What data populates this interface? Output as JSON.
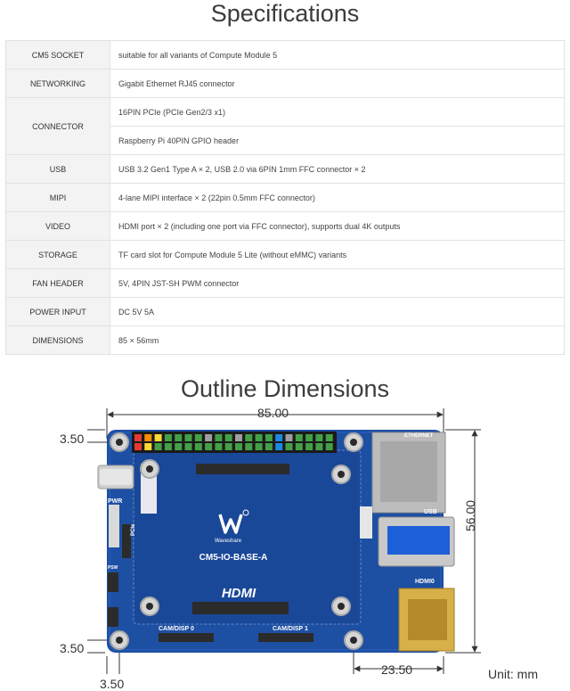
{
  "specifications": {
    "title": "Specifications",
    "rows": [
      {
        "key": "CM5 SOCKET",
        "values": [
          "suitable for all variants of Compute Module 5"
        ]
      },
      {
        "key": "NETWORKING",
        "values": [
          "Gigabit Ethernet RJ45 connector"
        ]
      },
      {
        "key": "CONNECTOR",
        "values": [
          "16PIN PCIe (PCIe Gen2/3 x1)",
          "Raspberry Pi 40PIN GPIO header"
        ]
      },
      {
        "key": "USB",
        "values": [
          "USB 3.2 Gen1 Type A × 2, USB 2.0 via 6PIN 1mm FFC connector × 2"
        ]
      },
      {
        "key": "MIPI",
        "values": [
          "4-lane MIPI interface × 2 (22pin 0.5mm FFC connector)"
        ]
      },
      {
        "key": "VIDEO",
        "values": [
          "HDMI port × 2 (including one port via FFC connector), supports dual 4K outputs"
        ]
      },
      {
        "key": "STORAGE",
        "values": [
          "TF card slot for Compute Module 5 Lite (without eMMC) variants"
        ]
      },
      {
        "key": "FAN HEADER",
        "values": [
          "5V, 4PIN JST-SH PWM connector"
        ]
      },
      {
        "key": "POWER INPUT",
        "values": [
          "DC 5V 5A"
        ]
      },
      {
        "key": "DIMENSIONS",
        "values": [
          "85 × 56mm"
        ]
      }
    ]
  },
  "outline": {
    "title": "Outline Dimensions",
    "width_label": "85.00",
    "height_label": "56.00",
    "hole_top_label": "3.50",
    "hole_bottom_label": "3.50",
    "hole_left_label": "3.50",
    "hole_spacing_label": "23.50",
    "unit": "Unit: mm"
  },
  "board": {
    "name": "CM5-IO-BASE-A",
    "brand": "Waveshare",
    "labels": {
      "ethernet": "ETHERNET",
      "usb": "USB",
      "hdmi0": "HDMI0",
      "hdmi": "HDMI",
      "pwr": "PWR",
      "pcie": "PCIe",
      "psw": "PSW",
      "cam0": "CAM/DISP 0",
      "cam1": "CAM/DISP 1"
    },
    "colors": {
      "pcb": "#1d4fa3",
      "pcb_dark": "#163d82",
      "gold": "#d8b04a",
      "silver": "#c9c9c9"
    }
  }
}
